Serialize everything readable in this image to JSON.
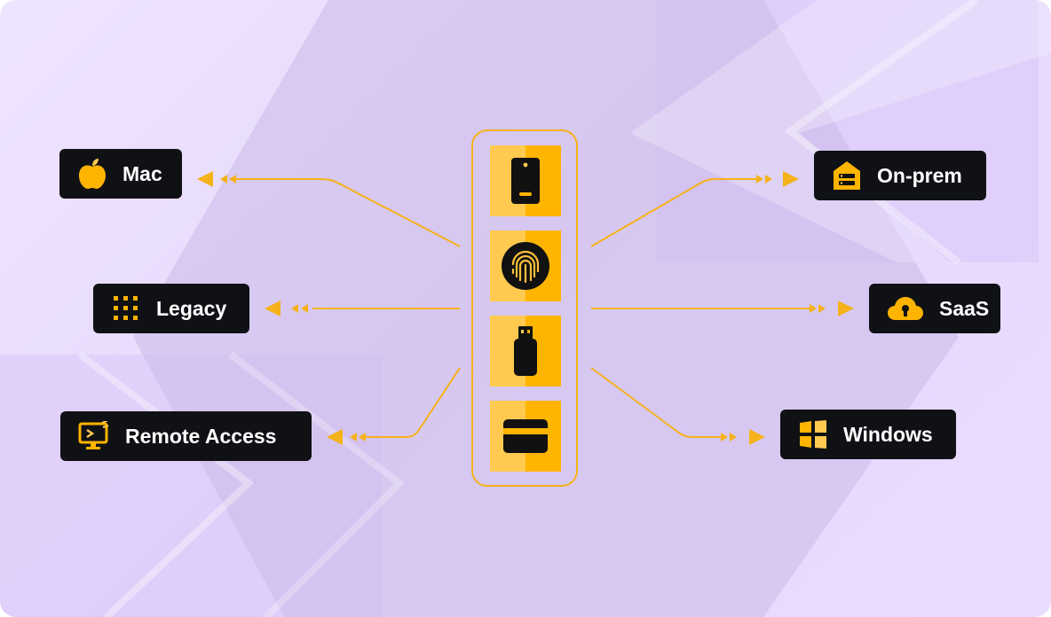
{
  "colors": {
    "accent": "#f5b21a",
    "tile_light": "#ffca4f",
    "tile_dark": "#ffb400",
    "label_bg": "#0f1115",
    "label_text": "#ffffff",
    "background": "#ebdfff"
  },
  "devices": [
    {
      "id": "phone",
      "icon": "smartphone-icon"
    },
    {
      "id": "fingerprint",
      "icon": "fingerprint-icon"
    },
    {
      "id": "usb-key",
      "icon": "usb-key-icon"
    },
    {
      "id": "card",
      "icon": "smart-card-icon"
    }
  ],
  "targets_left": [
    {
      "label": "Mac",
      "icon": "apple-icon"
    },
    {
      "label": "Legacy",
      "icon": "grid-dots-icon"
    },
    {
      "label": "Remote Access",
      "icon": "remote-desktop-icon"
    }
  ],
  "targets_right": [
    {
      "label": "On-prem",
      "icon": "server-house-icon"
    },
    {
      "label": "SaaS",
      "icon": "cloud-lock-icon"
    },
    {
      "label": "Windows",
      "icon": "windows-icon"
    }
  ]
}
